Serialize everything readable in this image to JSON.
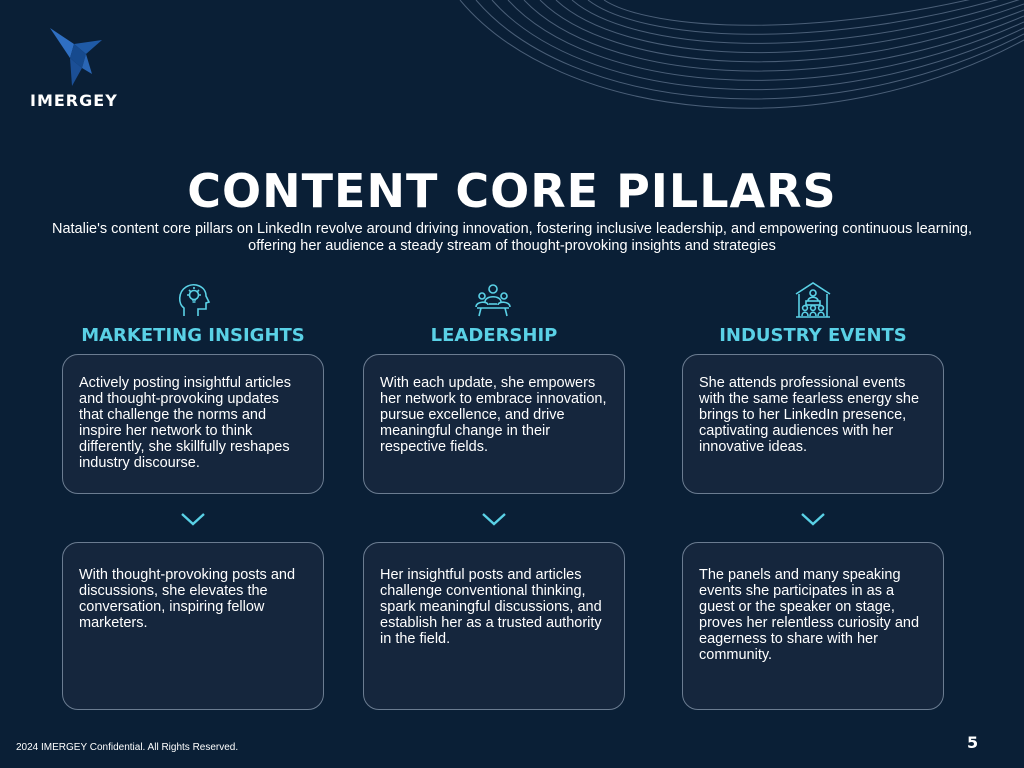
{
  "brand": {
    "name": "IMERGEY",
    "accent": "#1f5aa6"
  },
  "title": "CONTENT CORE PILLARS",
  "subtitle": "Natalie's content core pillars on LinkedIn revolve around driving innovation, fostering inclusive leadership, and empowering continuous learning, offering her audience a steady stream of thought-provoking insights and strategies",
  "pillars": [
    {
      "icon": "head-lightbulb-icon",
      "heading": "MARKETING INSIGHTS",
      "top_text": "Actively posting insightful articles and thought-provoking updates that challenge the norms and inspire her network to think differently, she skillfully reshapes industry discourse.",
      "bottom_text": "With thought-provoking posts and discussions, she elevates the conversation, inspiring fellow marketers."
    },
    {
      "icon": "team-meeting-icon",
      "heading": "LEADERSHIP",
      "top_text": "With each update, she empowers her network to embrace innovation, pursue excellence, and drive meaningful change in their respective fields.",
      "bottom_text": "Her insightful posts and articles challenge conventional thinking, spark meaningful discussions, and establish her as a trusted authority in the field."
    },
    {
      "icon": "conference-hall-icon",
      "heading": "INDUSTRY EVENTS",
      "top_text": "She attends professional events with the same fearless energy she brings to her LinkedIn presence, captivating audiences with her innovative ideas.",
      "bottom_text": "The panels and many speaking events she participates in as a guest or the speaker on stage, proves her relentless curiosity and eagerness to share with her community."
    }
  ],
  "colors": {
    "background": "#0a1f36",
    "heading": "#5ad1e6",
    "card": "#15263d",
    "card_border": "#6b7c91"
  },
  "footer": {
    "note": "2024 IMERGEY Confidential. All Rights Reserved.",
    "page_number": "5"
  }
}
